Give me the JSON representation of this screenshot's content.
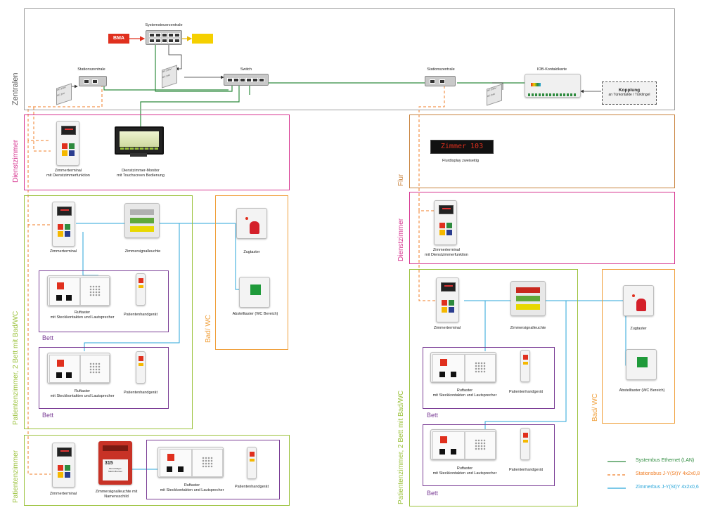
{
  "zones": {
    "zentralen": "Zentralen",
    "dienstzimmer_left": "Dienstzimmer",
    "patient_left": "Patientenzimmer, 2 Bett mit Bad/WC",
    "bad_left": "Bad/ WC",
    "patient_single": "Patientenzimmer",
    "flur": "Flur",
    "dienstzimmer_right": "Dienstzimmer",
    "patient_right": "Patientenzimmer, 2 Bett mit Bad/WC",
    "bad_right": "Bad/ WC",
    "bett": "Bett"
  },
  "central": {
    "systemsteuerzentrale": "Systemsteuerzentrale",
    "bma": "BMA",
    "stationszentrale": "Stationszentrale",
    "switch": "Switch",
    "iob": "IOB-Kontaktkarte",
    "kopplung_title": "Kopplung",
    "kopplung_sub": "an Türkontakte / Türklingel",
    "psu_ac": "AC 230V",
    "psu_dc": "DC 24V"
  },
  "devices": {
    "zimmerterminal": "Zimmerterminal",
    "zimmerterminal_dz": "Zimmerterminal\nmit Dienstzimmerfunktion",
    "dz_monitor": "Dienstzimmer-Monitor\nmit Touchscreen Bedienung",
    "zimmersignalleuchte": "Zimmersignalleuchte",
    "zugtaster": "Zugtaster",
    "abstelltaster": "Abstelltaster (WC Bereich)",
    "ruftaster": "Ruftaster\nmit Steckkontakten und Lautsprecher",
    "handgeraet": "Patientenhandgerät",
    "signal_namensschild": "Zimmersignalleuchte mit\nNamensschild",
    "flurdisplay": "Flurdisplay zweiseitig",
    "display_text": "Zimmer 103",
    "nameplate_number": "315",
    "nameplate_names": "Bernd Mayer\nMartin Brenner"
  },
  "legend": [
    {
      "label": "Systembus Ethernet (LAN)",
      "color": "#2e8b3e",
      "style": "solid"
    },
    {
      "label": "Stationsbus J-Y(St)Y 4x2x0,8",
      "color": "#f07e26",
      "style": "dashed"
    },
    {
      "label": "Zimmerbus J-Y(St)Y 4x2x0,6",
      "color": "#2aa6d9",
      "style": "solid"
    }
  ],
  "colors": {
    "lan": "#2e8b3e",
    "stationsbus": "#f07e26",
    "zimmerbus": "#2aa6d9",
    "zone_grey": "#9e9e9e",
    "zone_magenta": "#d6338f",
    "zone_green": "#9bc23c",
    "zone_orange": "#f0a03c",
    "zone_brown": "#c8823c",
    "bed_purple": "#7b3e96"
  }
}
